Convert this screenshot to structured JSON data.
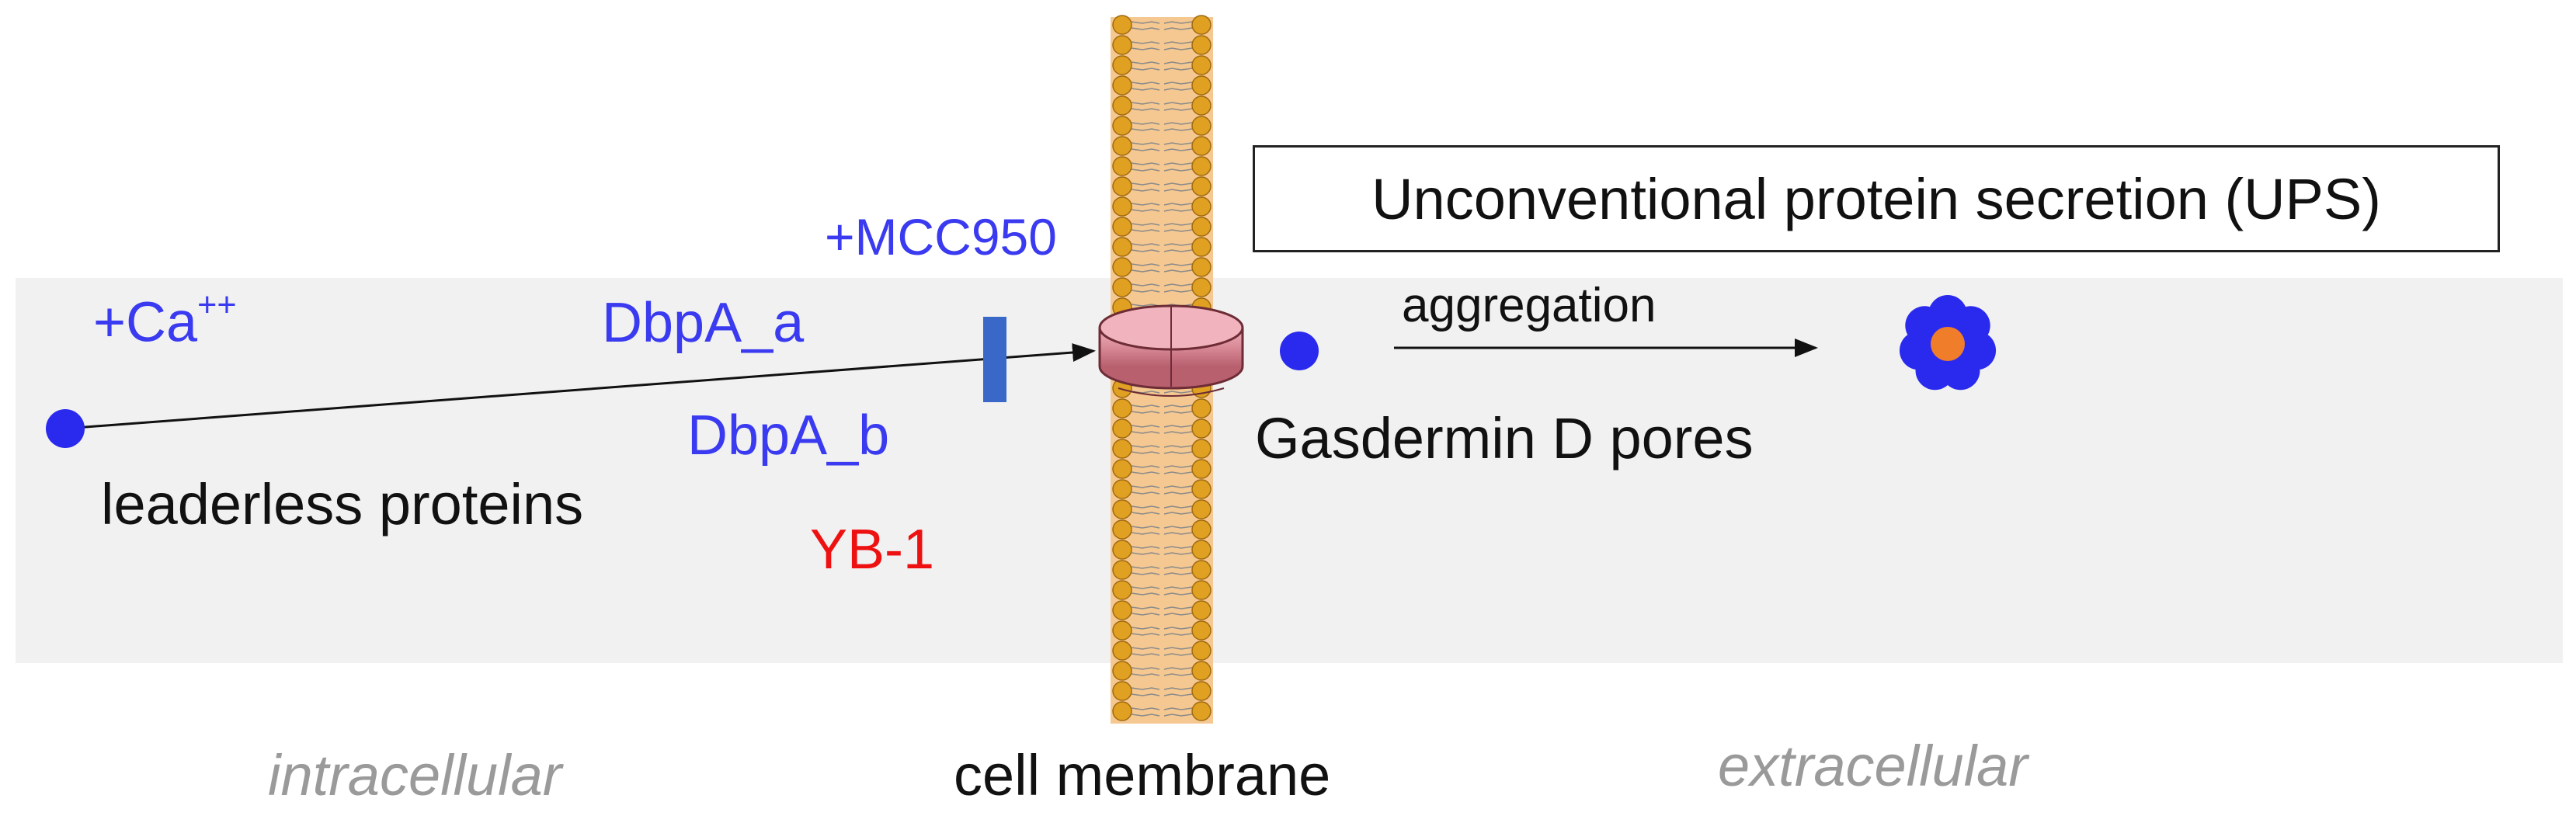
{
  "title": "Unconventional protein secretion (UPS)",
  "labels": {
    "calcium_base": "+Ca",
    "calcium_sup": "++",
    "dbpa_a": "DbpA_a",
    "dbpa_b": "DbpA_b",
    "yb1": "YB-1",
    "mcc950": "+MCC950",
    "leaderless": "leaderless proteins",
    "gasdermin": "Gasdermin D pores",
    "aggregation": "aggregation"
  },
  "compartments": {
    "intracellular": "intracellular",
    "membrane": "cell membrane",
    "extracellular": "extracellular"
  },
  "colors": {
    "protein_blue": "#2a2aee",
    "label_blue": "#3a3af0",
    "yb1_red": "#ee1111",
    "membrane_fill": "#f5c891",
    "lipid_head": "#e0a021",
    "pore_pink": "#d98a97",
    "inhibitor_bar": "#3a68c8",
    "aggregate_core": "#f07d2a",
    "background_band": "#f1f1f1"
  },
  "icons": [
    "protein-dot-icon",
    "inhibitor-bar-icon",
    "gasdermin-pore-icon",
    "aggregate-icon"
  ]
}
